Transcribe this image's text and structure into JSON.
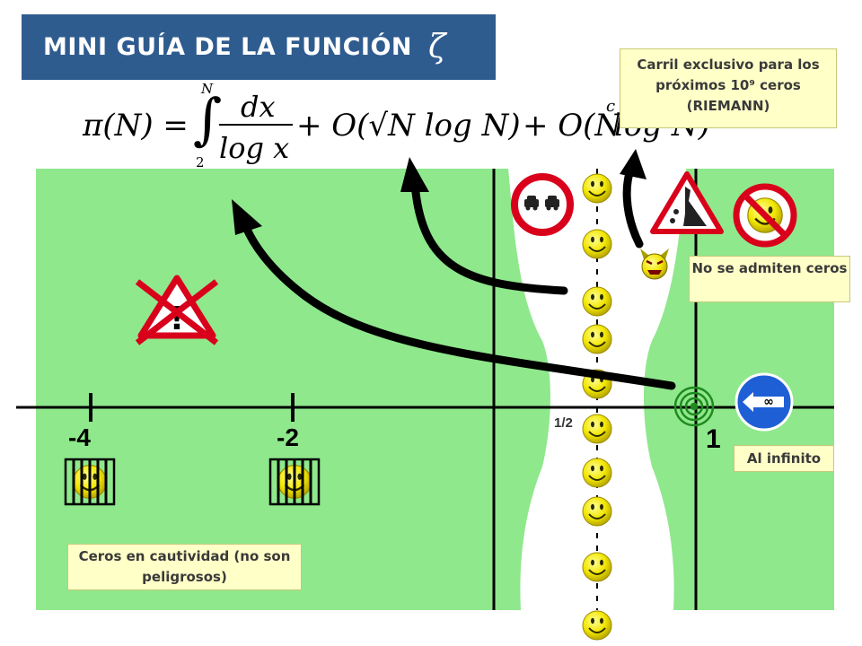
{
  "title": {
    "text": "MINI GUÍA DE LA FUNCIÓN",
    "symbol": "ζ"
  },
  "formula": {
    "lhs": "π(N) =",
    "integral_upper": "N",
    "integral_lower": "2",
    "integrand_numerator": "dx",
    "integrand_denominator": "log x",
    "term2": "+ O(√N log N)",
    "term3": "+ O(N",
    "term3_exp": "c",
    "term3_tail": " log N)"
  },
  "notes": {
    "riemann_lane": "Carril exclusivo para los próximos 10⁹ ceros (RIEMANN)",
    "no_zeros": "No se admiten ceros",
    "to_infinity": "Al infinito",
    "captivity": "Ceros en cautividad (no son peligrosos)"
  },
  "axis_labels": {
    "minus4": "-4",
    "minus2": "-2",
    "half": "1/2",
    "one": "1"
  },
  "signs": {
    "infinity_symbol": "∞",
    "warning_symbol": "!"
  },
  "colors": {
    "title_bg": "#2f5c8f",
    "field_green": "#8fe88c",
    "note_bg": "#ffffc8",
    "smiley_yellow": "#f2e600",
    "sign_red": "#d9001b",
    "sign_blue": "#1f5fd6"
  }
}
